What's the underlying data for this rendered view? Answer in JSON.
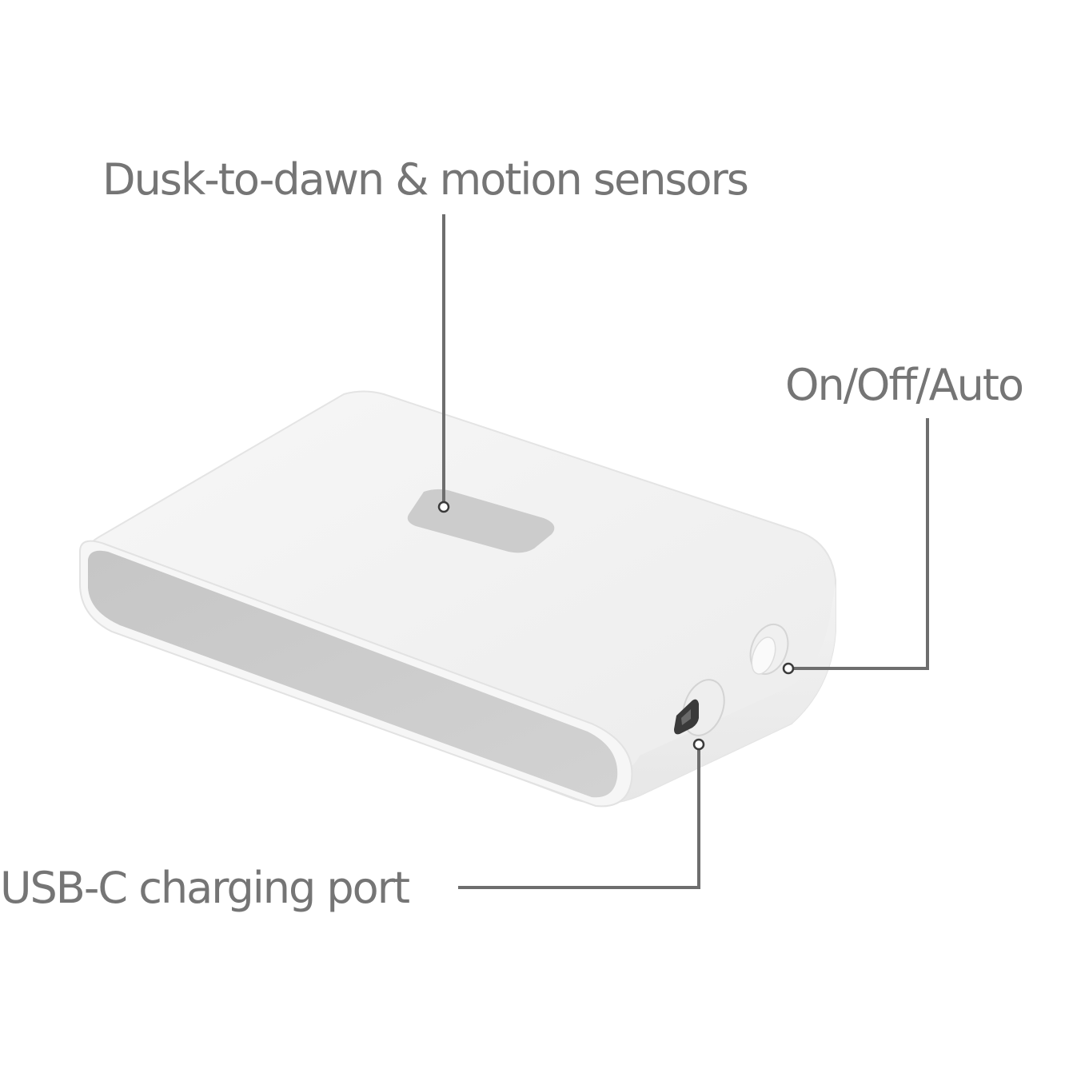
{
  "callouts": {
    "sensors": {
      "text": "Dusk-to-dawn & motion sensors"
    },
    "switch": {
      "text": "On/Off/Auto"
    },
    "usb": {
      "text": "USB-C charging port"
    }
  },
  "colors": {
    "label_text": "#757575",
    "leader_line": "#6e6e6e",
    "device_body": "#f2f2f2",
    "device_face": "#c9c9c9",
    "sensor_window": "#cccccc"
  }
}
